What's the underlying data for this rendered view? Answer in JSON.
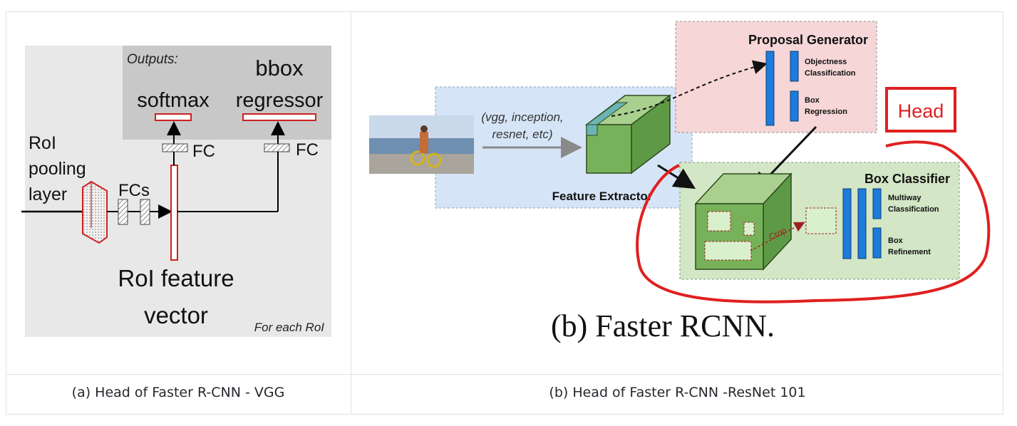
{
  "panel_a": {
    "outputs_label": "Outputs:",
    "bbox_line1": "bbox",
    "bbox_line2": "regressor",
    "softmax": "softmax",
    "fc1": "FC",
    "fc2": "FC",
    "roi_line1": "RoI",
    "roi_line2": "pooling",
    "roi_line3": "layer",
    "fcs": "FCs",
    "feature_line1": "RoI feature",
    "feature_line2": "vector",
    "for_each": "For each RoI",
    "colors": {
      "bg_gray": "#e8e8e8",
      "outputs_gray": "#c8c8c8",
      "red": "#cc2222"
    }
  },
  "panel_b": {
    "backbones_line1": "(vgg, inception,",
    "backbones_line2": "resnet, etc)",
    "feature_extractor": "Feature Extractor",
    "proposal_generator": "Proposal Generator",
    "objectness_line1": "Objectness",
    "objectness_line2": "Classification",
    "box_reg_line1": "Box",
    "box_reg_line2": "Regression",
    "head_label": "Head",
    "box_classifier": "Box Classifier",
    "multiway_line1": "Multiway",
    "multiway_line2": "Classification",
    "refine_line1": "Box",
    "refine_line2": "Refinement",
    "crop": "Crop",
    "figure_caption": "(b) Faster RCNN.",
    "colors": {
      "blue_panel": "#d6e4f7",
      "pink_panel": "#f6d6d6",
      "green_panel": "#d3e6c6",
      "green_box": "#77b25a",
      "bar_blue": "#1d7bd9",
      "head_red": "#e02020"
    }
  },
  "captions": {
    "a": "(a) Head of Faster R-CNN - VGG",
    "b": "(b) Head of Faster R-CNN -ResNet 101"
  }
}
